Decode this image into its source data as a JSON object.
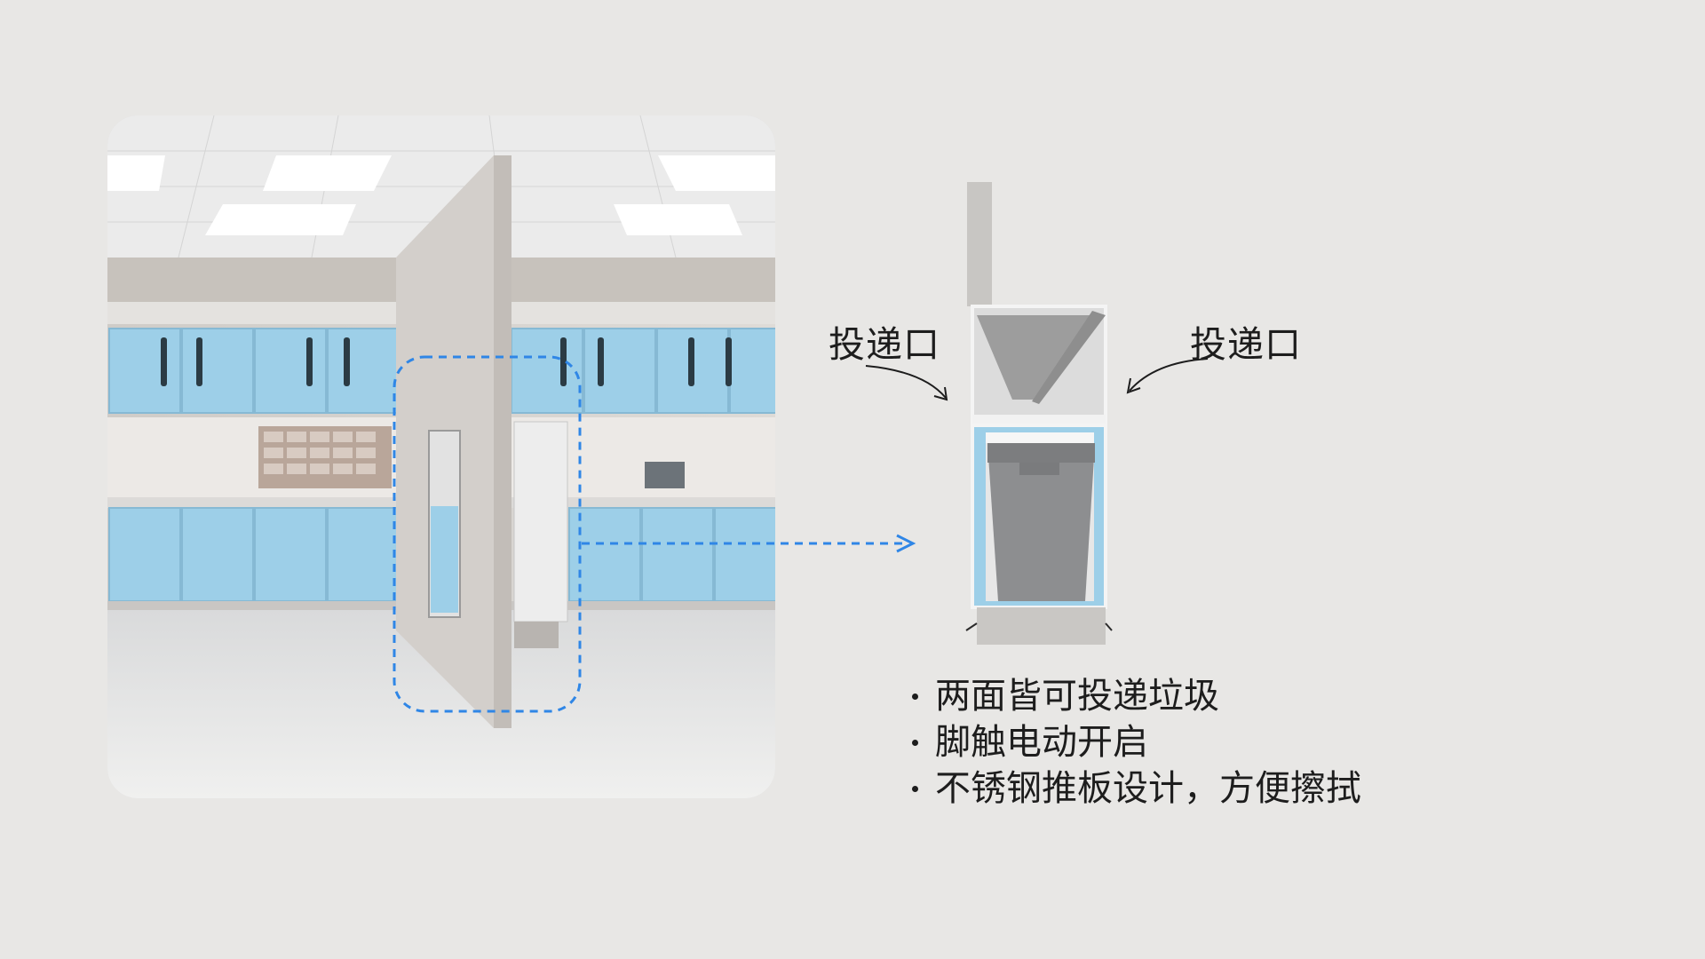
{
  "callouts": {
    "left_label": "投递口",
    "right_label": "投递口"
  },
  "features": [
    "两面皆可投递垃圾",
    "脚触电动开启",
    "不锈钢推板设计，方便擦拭"
  ],
  "colors": {
    "background": "#e8e7e5",
    "accent_dashed": "#2f86e6",
    "cabinet_blue": "#9dcfe8",
    "text": "#1d1d1d"
  },
  "images": {
    "photo": "hospital-pharmacy-room-render",
    "diagram": "dual-side-waste-bin-cross-section"
  }
}
